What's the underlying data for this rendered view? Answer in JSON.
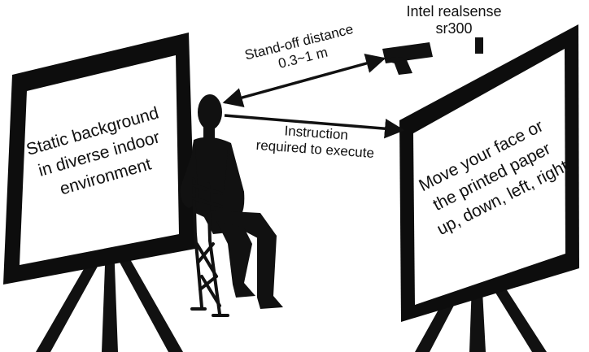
{
  "left_board": {
    "lines": [
      "Static background",
      "in diverse indoor",
      "environment"
    ]
  },
  "right_board": {
    "lines": [
      "Move your face or",
      "the printed paper",
      "up, down, left, right"
    ]
  },
  "camera": {
    "line1": "Intel realsense",
    "line2": "sr300"
  },
  "distance_label": {
    "line1": "Stand-off distance",
    "line2": "0.3~1 m"
  },
  "instruction_label": {
    "line1": "Instruction",
    "line2": "required to execute"
  },
  "colors": {
    "ink": "#111111",
    "board_frame": "#0d0d0d",
    "board_face": "#ffffff",
    "background": "#ffffff"
  }
}
